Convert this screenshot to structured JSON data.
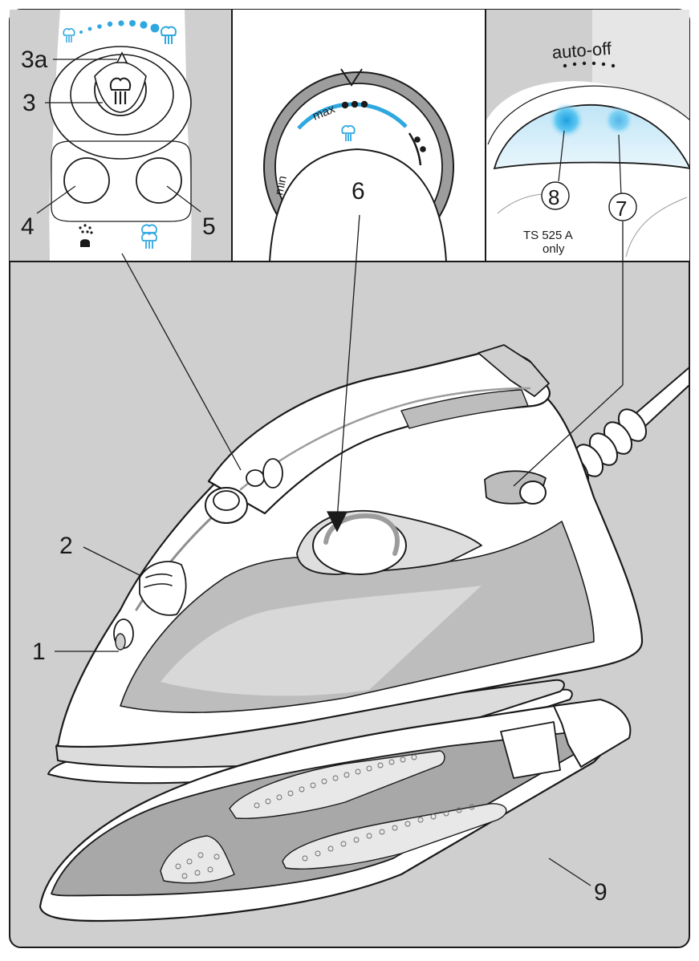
{
  "colors": {
    "frame_gray": "#cfcfcf",
    "iron_white": "#ffffff",
    "iron_gray": "#b9b9b9",
    "soleplate_gray": "#a8a8a8",
    "accent_blue": "#2fa8e0",
    "led_blue": "#34b6ea",
    "line_dark": "#1a1a1a"
  },
  "panel_top_left": {
    "callouts": [
      "3a",
      "3",
      "4",
      "5"
    ],
    "icons": [
      "steam-low-icon",
      "steam-high-icon",
      "spray-icon",
      "steam-shot-icon"
    ]
  },
  "panel_top_center": {
    "dial_max_label": "max",
    "dial_min_label": "min",
    "callout": "6"
  },
  "panel_top_right": {
    "title": "auto-off",
    "callout_8": "8",
    "callout_7": "7",
    "note_line1": "TS 525 A",
    "note_line2": "only"
  },
  "main_callouts": {
    "c1": "1",
    "c2": "2",
    "c9": "9"
  }
}
